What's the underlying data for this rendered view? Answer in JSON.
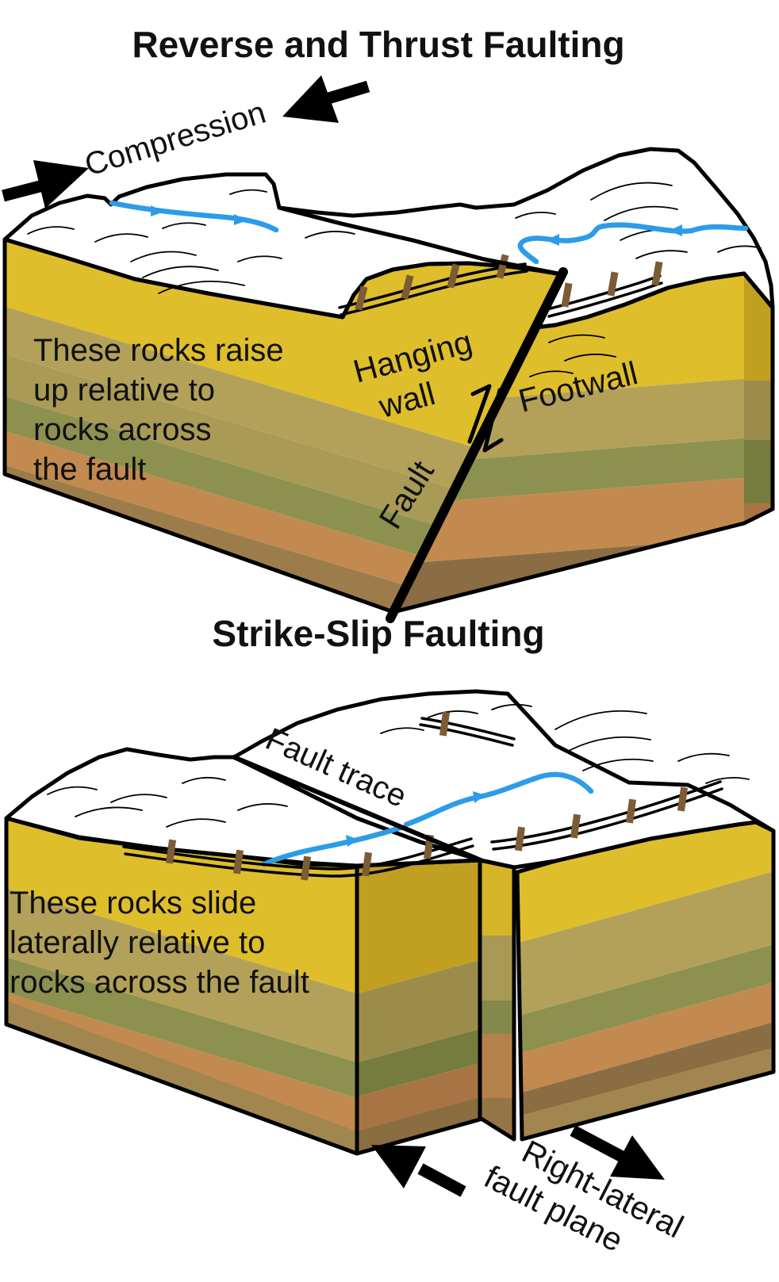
{
  "figure1": {
    "title": "Reverse and Thrust Faulting",
    "compression_label": "Compression",
    "block_text_lines": [
      "These rocks raise",
      "up relative to",
      "rocks across",
      "the fault"
    ],
    "hanging_wall_lines": [
      "Hanging",
      "wall"
    ],
    "footwall_label": "Footwall",
    "fault_label": "Fault"
  },
  "figure2": {
    "title": "Strike-Slip Faulting",
    "fault_trace_label": "Fault trace",
    "block_text_lines": [
      "These rocks slide",
      "laterally relative to",
      "rocks across the fault"
    ],
    "fault_plane_lines": [
      "Right-lateral",
      "fault plane"
    ]
  },
  "colors": {
    "surface_green": "#7CBE41",
    "river_blue": "#2D9CE8",
    "outline_ink": "#000000",
    "label_text": "#111111",
    "fence_post_brown": "#7B5C36",
    "layer_gold": "#DFBE2B",
    "layer_tan": "#B3A15A",
    "layer_khaki": "#A99B55",
    "layer_olive": "#8D9150",
    "layer_orange": "#C28A4F",
    "layer_brown": "#9C7C4B",
    "layer_brown_dark": "#8A6D43",
    "layer_tanbrown": "#A1874F",
    "side_gold": "#C19F20",
    "side_tan": "#9C8C4B",
    "side_olive": "#757C3D",
    "side_orange": "#A97444",
    "side_brown": "#8A6D40",
    "gap_gold": "#D6B427",
    "gap_tan": "#A89955",
    "gap_olive": "#83894A",
    "gap_orange": "#B5814B",
    "gap_brown": "#937547"
  }
}
